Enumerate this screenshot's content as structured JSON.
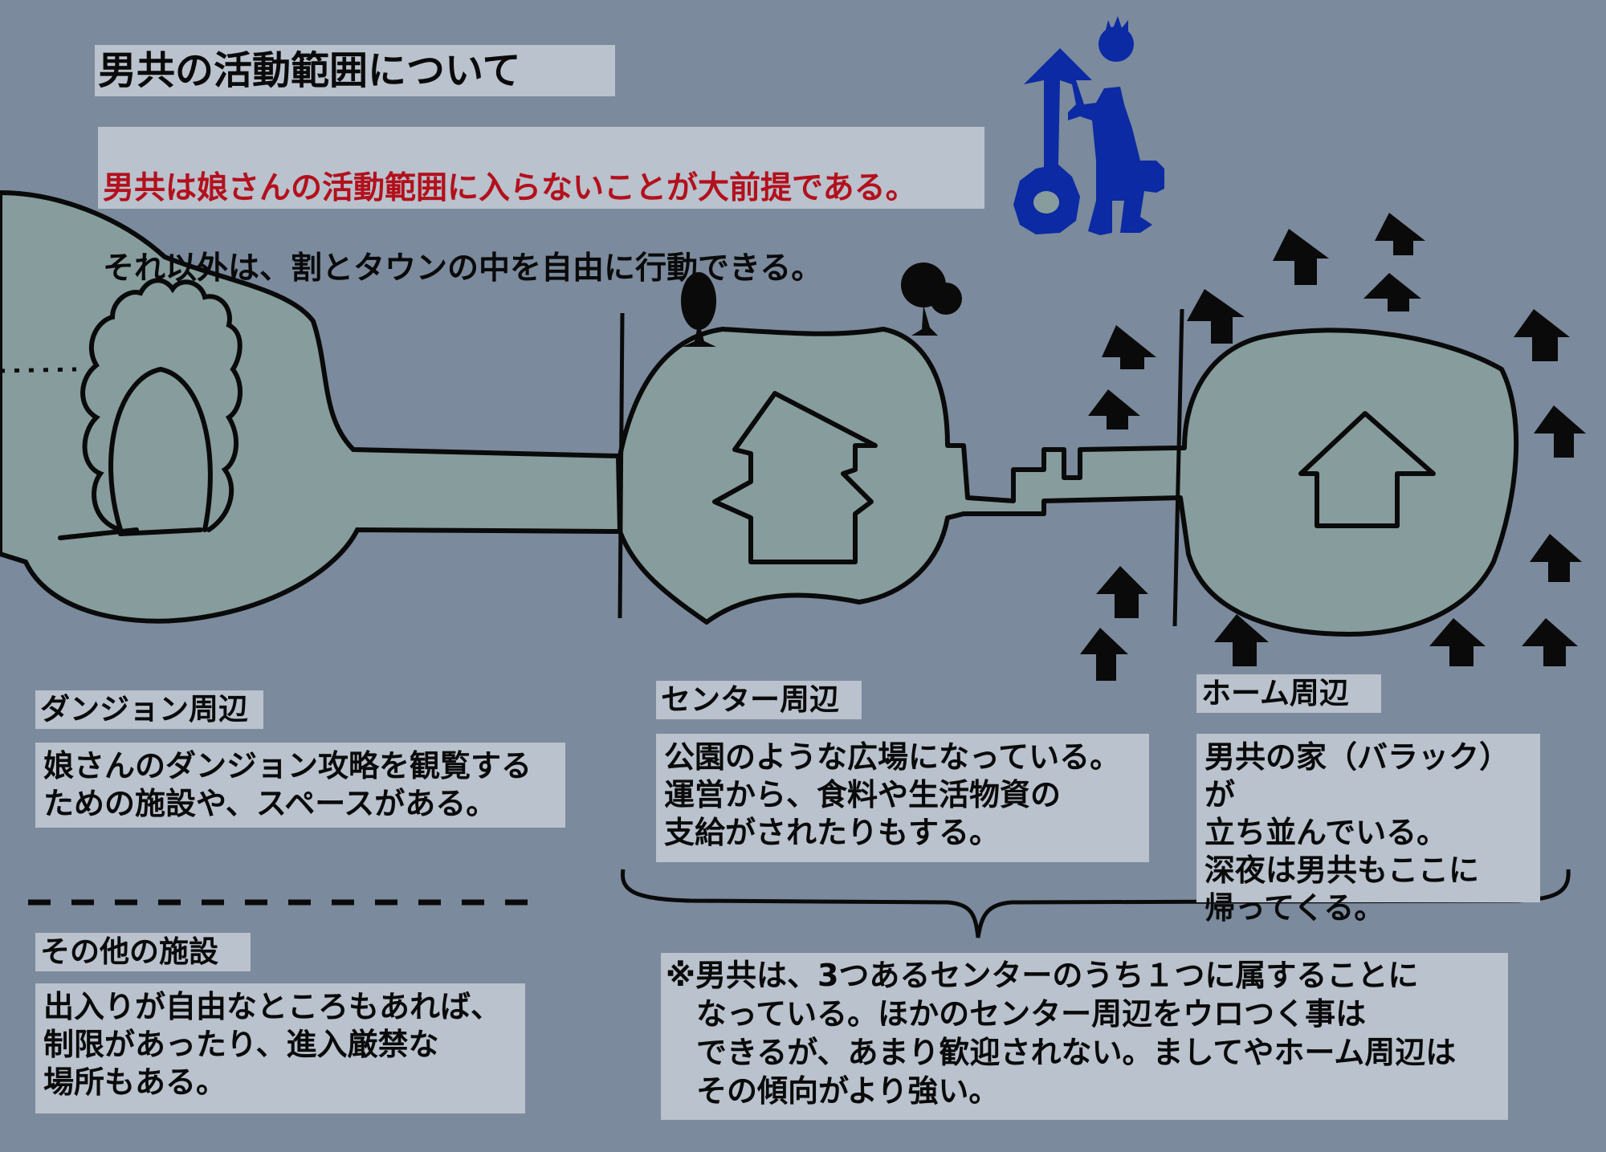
{
  "title": "男共の活動範囲について",
  "intro": {
    "highlight": "男共は娘さんの活動範囲に入らないことが大前提である。",
    "body": "それ以外は、割とタウンの中を自由に行動できる。"
  },
  "zones": {
    "dungeon": {
      "label": "ダンジョン周辺",
      "description": "娘さんのダンジョン攻略を観覧する\nための施設や、スペースがある。"
    },
    "other": {
      "label": "その他の施設",
      "description": "出入りが自由なところもあれば、\n制限があったり、進入厳禁な\n場所もある。"
    },
    "center": {
      "label": "センター周辺",
      "description": "公園のような広場になっている。\n運営から、食料や生活物資の\n支給がされたりもする。"
    },
    "home": {
      "label": "ホーム周辺",
      "description": "男共の家（バラック）が\n立ち並んでいる。\n深夜は男共もここに\n帰ってくる。"
    }
  },
  "note": "※男共は、3つあるセンターのうち１つに属することに\n　なっている。ほかのセンター周辺をウロつく事は\n　できるが、あまり歓迎されない。ましてやホーム周辺は\n　その傾向がより強い。",
  "icons": [
    "male-figure-icon",
    "tree-icon",
    "house-icon",
    "center-building-icon"
  ],
  "colors": {
    "background": "#7b8a9c",
    "area_fill": "#879c9c",
    "text_box": "#b9c2cd",
    "highlight_text": "#b3101c",
    "male_symbol": "#0b2aa3",
    "outline": "#0a0a0a"
  }
}
